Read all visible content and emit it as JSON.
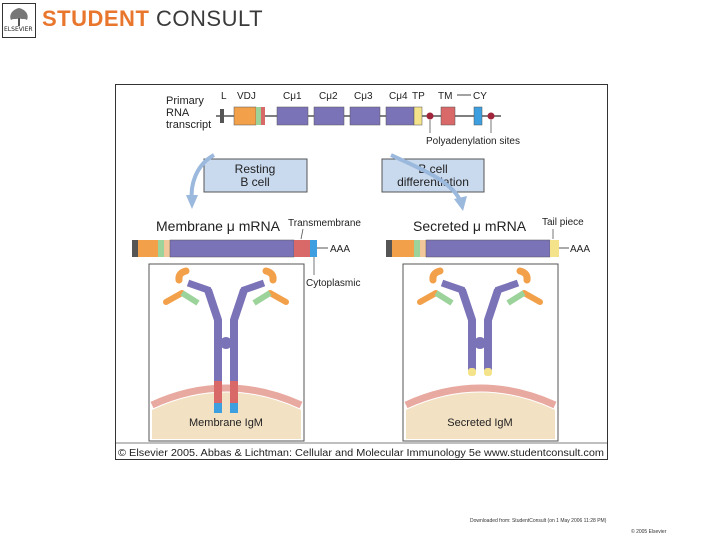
{
  "header": {
    "elsevier_label": "ELSEVIER",
    "brand_student": "STUDENT",
    "brand_consult": "CONSULT"
  },
  "figure": {
    "primary_label_1": "Primary",
    "primary_label_2": "RNA",
    "primary_label_3": "transcript",
    "gene_segments": [
      "L",
      "VDJ",
      "Cμ1",
      "Cμ2",
      "Cμ3",
      "Cμ4",
      "TP",
      "TM",
      "CY"
    ],
    "polyadenylation": "Polyadenylation sites",
    "resting_1": "Resting",
    "resting_2": "B cell",
    "diff_1": "B cell",
    "diff_2": "differentiation",
    "membrane_mrna": "Membrane μ mRNA",
    "transmembrane": "Transmembrane",
    "secreted_mrna": "Secreted μ mRNA",
    "tail_piece": "Tail piece",
    "aaa_left": "AAA",
    "aaa_right": "AAA",
    "cytoplasmic": "Cytoplasmic",
    "membrane_igm": "Membrane IgM",
    "secreted_igm": "Secreted IgM",
    "copyright": "© Elsevier 2005. Abbas & Lichtman: Cellular and Molecular Immunology 5e www.studentconsult.com"
  },
  "footer": {
    "line1": "Downloaded from: StudentConsult (on 1 May 2006 11:28 PM)",
    "line2": "© 2005 Elsevier"
  },
  "colors": {
    "brand_orange": "#e8762c",
    "segment_purple": "#7b73b8",
    "vdj_orange": "#f2a04a",
    "tm_red": "#d96868",
    "cy_blue": "#3d9ee0",
    "tp_yellow": "#f4e38a",
    "box_blue": "#c9d9ee"
  }
}
